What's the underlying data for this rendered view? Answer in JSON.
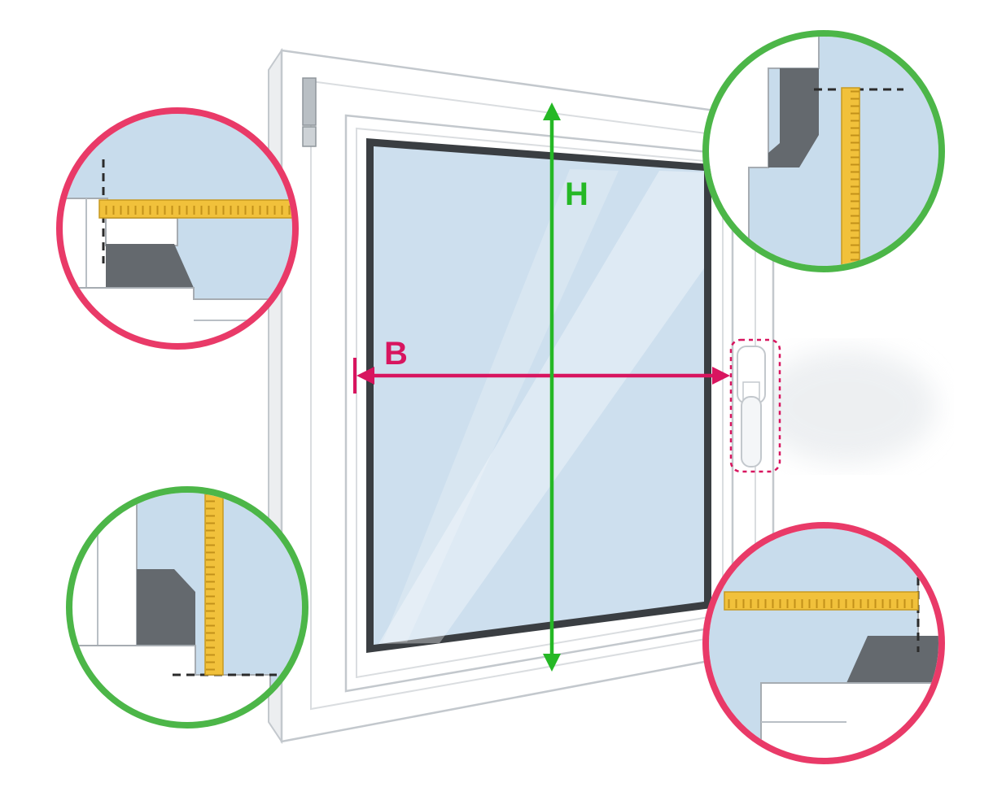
{
  "labels": {
    "height": "H",
    "width": "B"
  },
  "colors": {
    "height_arrow": "#25b825",
    "width_arrow": "#d8155f",
    "callout_green": "#4cb648",
    "callout_crimson": "#e93a68",
    "tape": "#f1c13b",
    "tape_tick": "#c2911a",
    "glass": "#cddfee",
    "detail_background": "#c8dcec",
    "profile_dark": "#64696e",
    "frame": "#ffffff",
    "frame_edge": "#c3c8cd",
    "dash": "#2b2b2b"
  },
  "callouts": [
    {
      "position": "top-left",
      "border_color": "crimson",
      "tape_orientation": "horizontal"
    },
    {
      "position": "top-right",
      "border_color": "green",
      "tape_orientation": "vertical"
    },
    {
      "position": "bottom-left",
      "border_color": "green",
      "tape_orientation": "vertical"
    },
    {
      "position": "bottom-right",
      "border_color": "crimson",
      "tape_orientation": "horizontal"
    }
  ]
}
